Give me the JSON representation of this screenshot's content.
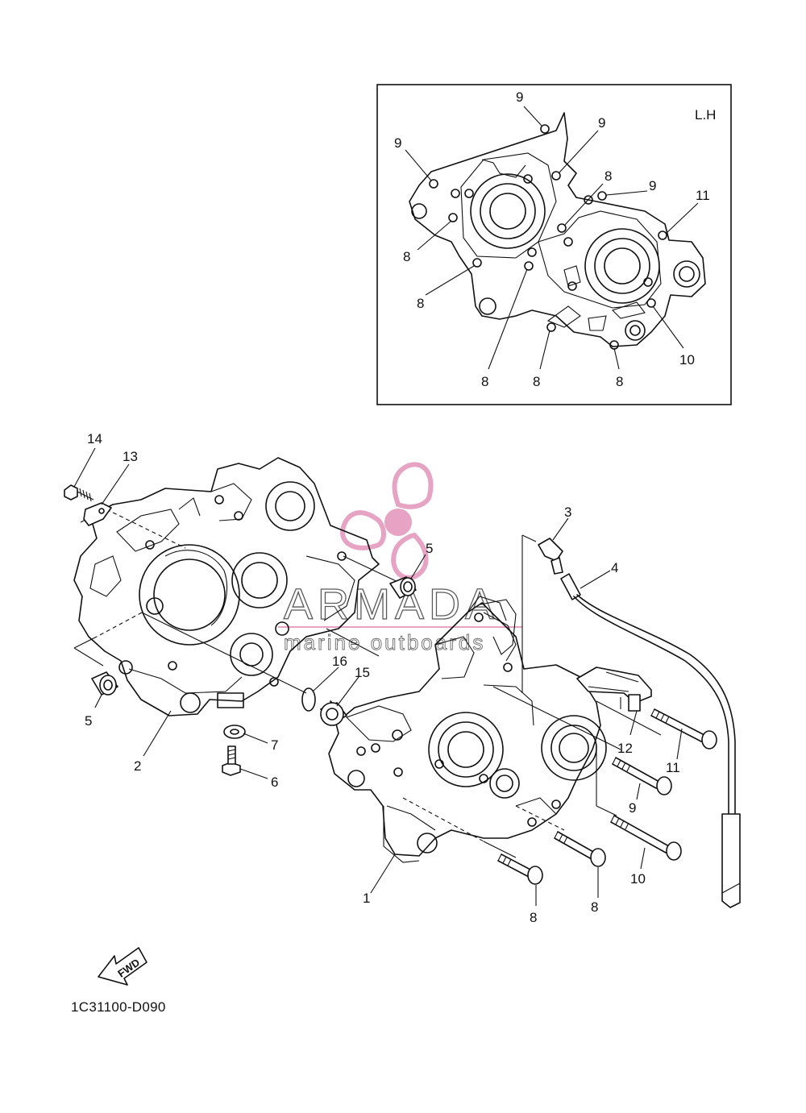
{
  "inset": {
    "side_label": "L.H",
    "callouts": [
      "9",
      "9",
      "9",
      "8",
      "9",
      "11",
      "8",
      "8",
      "8",
      "8",
      "8",
      "10"
    ]
  },
  "main": {
    "callouts": [
      "14",
      "13",
      "5",
      "5",
      "2",
      "16",
      "15",
      "7",
      "6",
      "3",
      "4",
      "12",
      "11",
      "9",
      "10",
      "1",
      "8",
      "8"
    ]
  },
  "fwd_label": "FWD",
  "diagram_code": "1C31100-D090",
  "watermark": {
    "title": "ARMADA",
    "subtitle": "marine outboards",
    "accent_color": "#e7a3c3",
    "line_color": "#6b6b6b"
  }
}
